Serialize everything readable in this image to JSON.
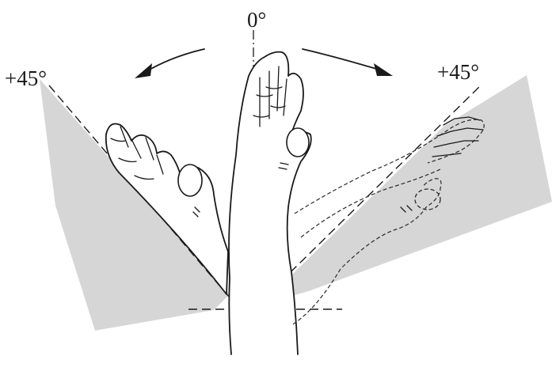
{
  "labels": {
    "center": "0°",
    "left": "+45°",
    "right": "+45°"
  },
  "colors": {
    "plane": "#d6d6d6",
    "ink": "#1a1a1a",
    "background": "#ffffff"
  }
}
